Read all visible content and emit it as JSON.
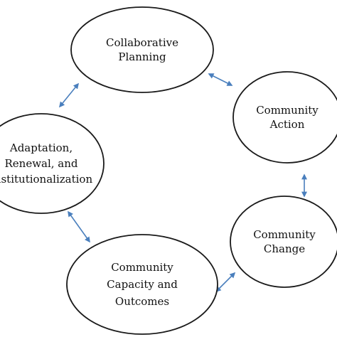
{
  "diagram": {
    "type": "cycle",
    "colors": {
      "ellipse_stroke": "#1a1a1a",
      "ellipse_fill": "#ffffff",
      "arrow": "#4a7fbd",
      "text": "#111111"
    },
    "nodes": [
      {
        "id": "collaborative-planning",
        "lines": [
          "Collaborative",
          "Planning"
        ]
      },
      {
        "id": "community-action",
        "lines": [
          "Community",
          "Action"
        ]
      },
      {
        "id": "community-change",
        "lines": [
          "Community",
          "Change"
        ]
      },
      {
        "id": "community-capacity",
        "lines": [
          "Community",
          "Capacity and",
          "Outcomes"
        ]
      },
      {
        "id": "adaptation-renewal",
        "lines": [
          "Adaptation,",
          "Renewal, and",
          "Institutionalization"
        ]
      }
    ],
    "connections": [
      {
        "from": "collaborative-planning",
        "to": "community-action",
        "style": "double-arrow"
      },
      {
        "from": "community-action",
        "to": "community-change",
        "style": "double-arrow"
      },
      {
        "from": "community-change",
        "to": "community-capacity",
        "style": "double-arrow"
      },
      {
        "from": "community-capacity",
        "to": "adaptation-renewal",
        "style": "double-arrow"
      },
      {
        "from": "adaptation-renewal",
        "to": "collaborative-planning",
        "style": "double-arrow"
      }
    ]
  }
}
